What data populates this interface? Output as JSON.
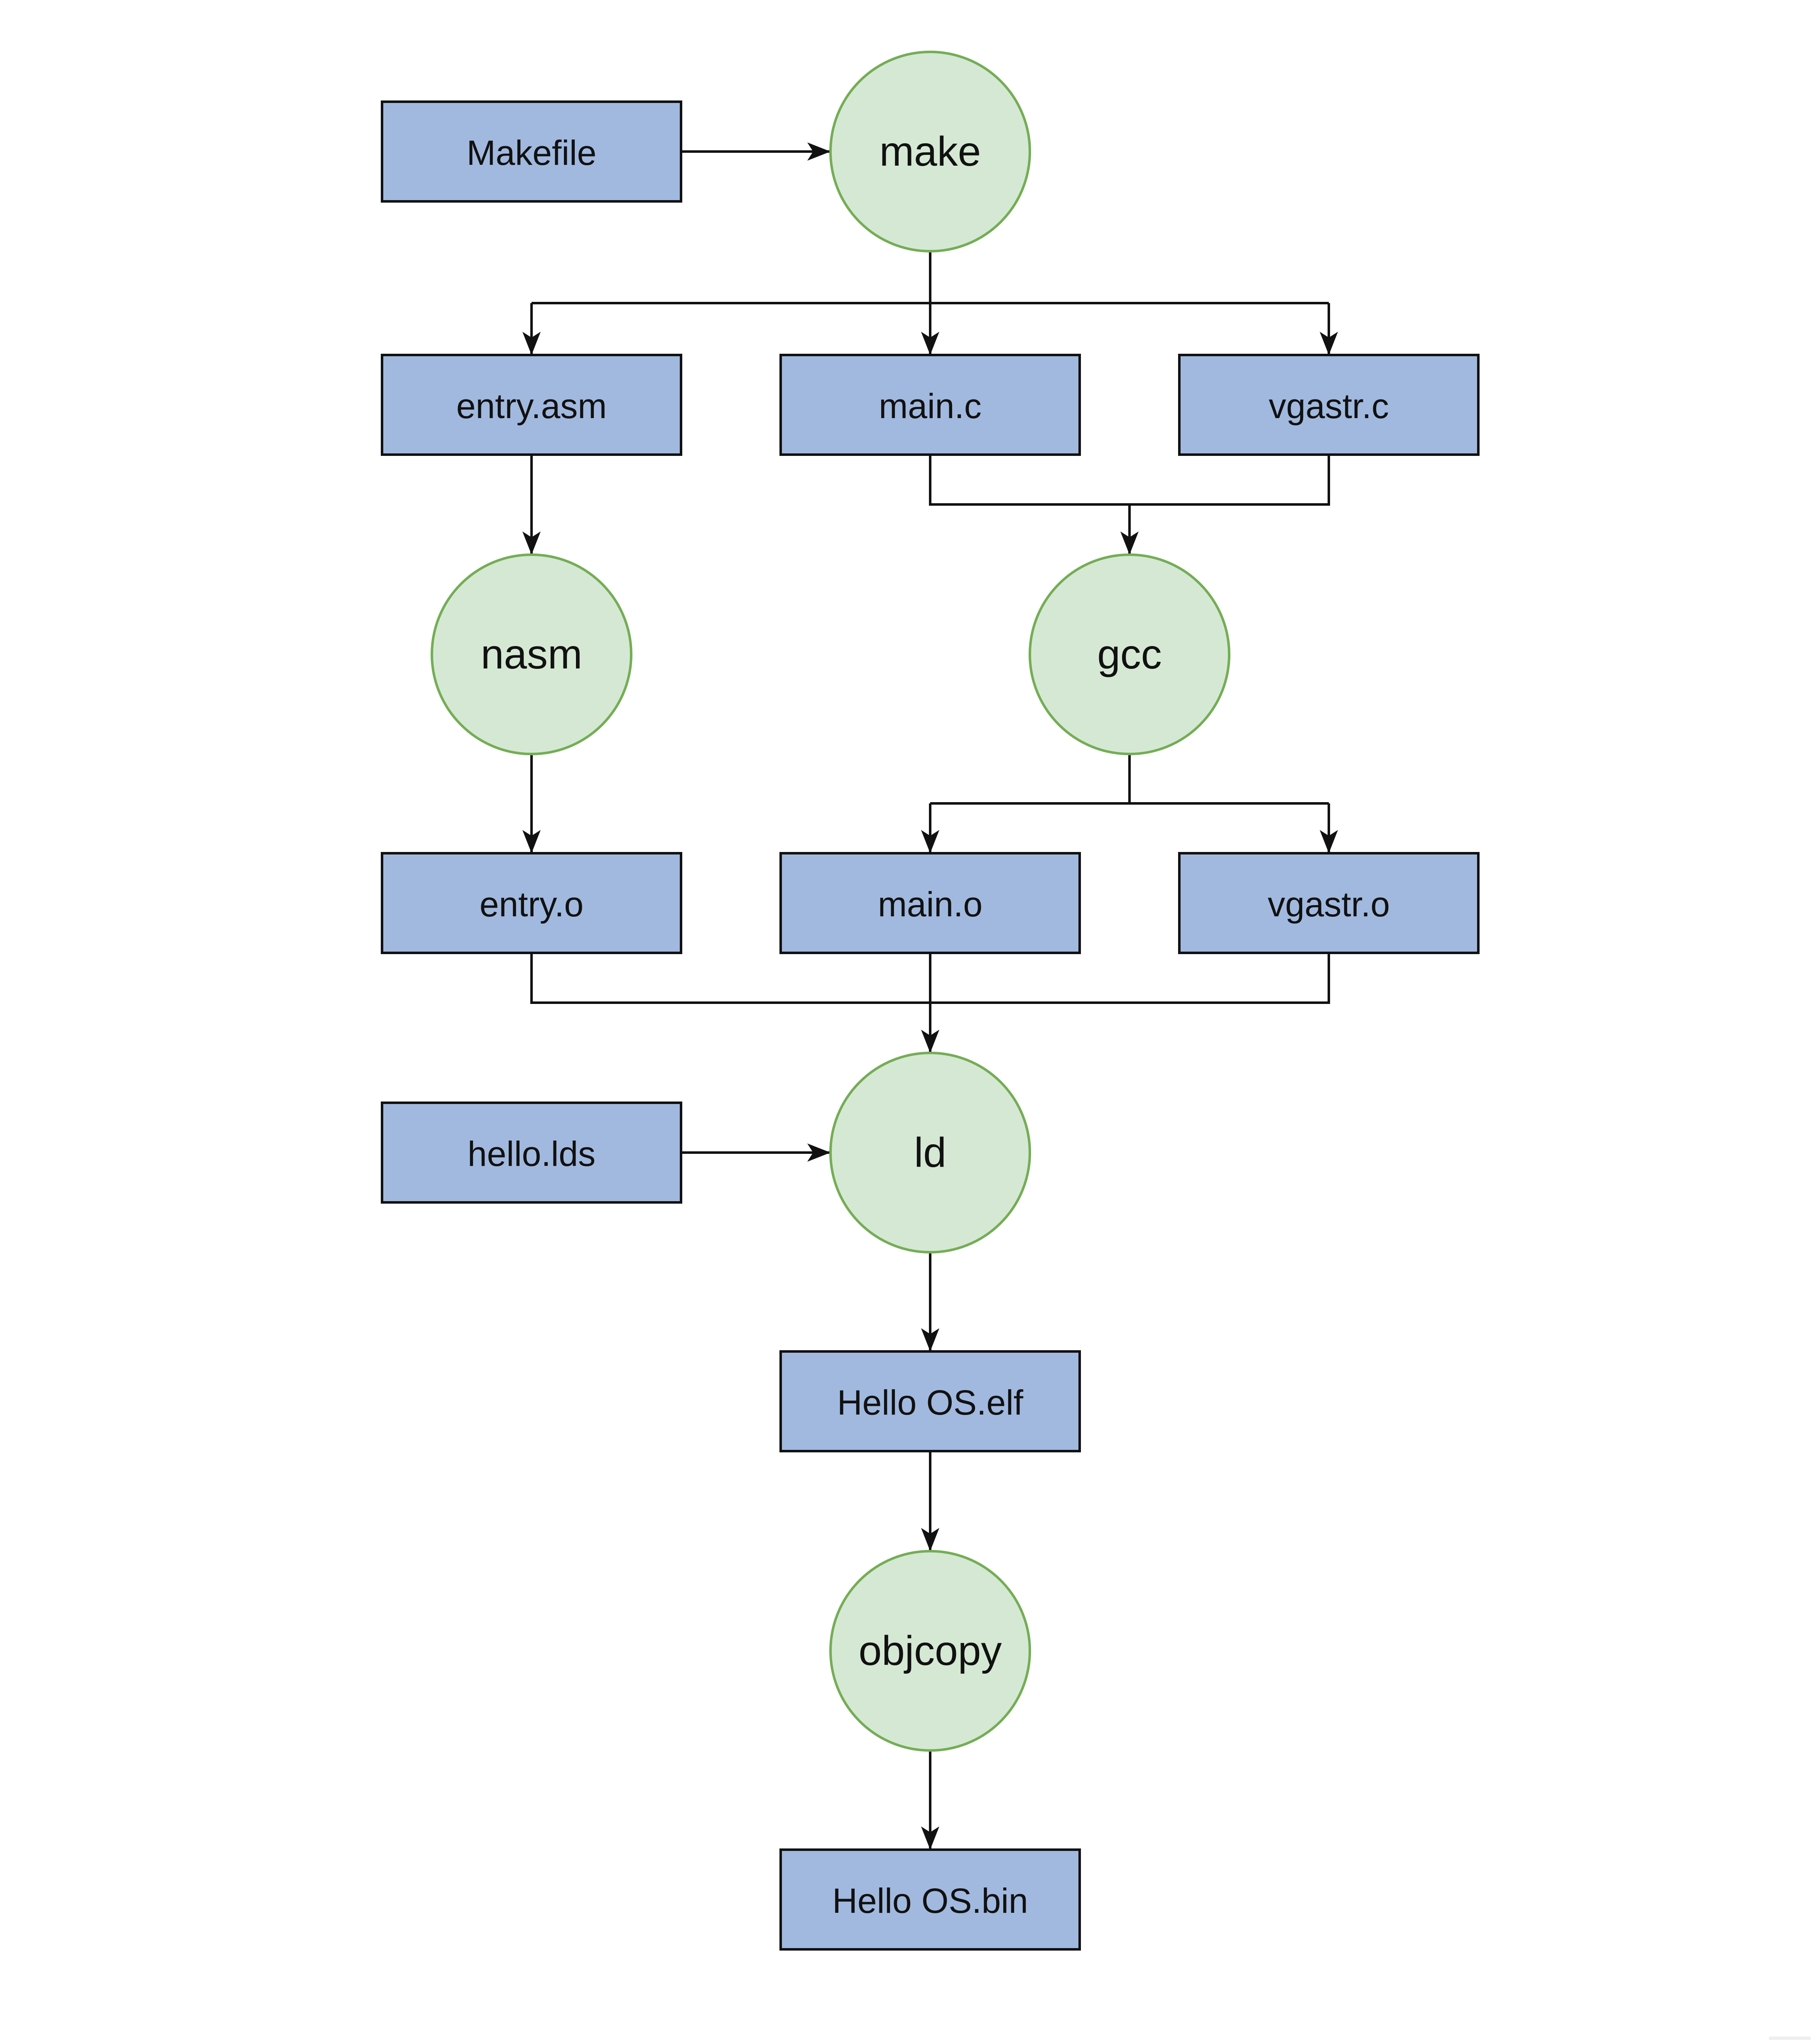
{
  "diagram": {
    "colors": {
      "file_fill": "#a1b9df",
      "file_stroke": "#111111",
      "tool_fill": "#d5e8d4",
      "tool_stroke": "#74ad55",
      "edge": "#111111"
    },
    "files": {
      "makefile": "Makefile",
      "entry_asm": "entry.asm",
      "main_c": "main.c",
      "vgastr_c": "vgastr.c",
      "entry_o": "entry.o",
      "main_o": "main.o",
      "vgastr_o": "vgastr.o",
      "hello_lds": "hello.lds",
      "hello_elf": "Hello OS.elf",
      "hello_bin": "Hello OS.bin"
    },
    "tools": {
      "make": "make",
      "nasm": "nasm",
      "gcc": "gcc",
      "ld": "ld",
      "objcopy": "objcopy"
    },
    "edges": [
      {
        "from": "Makefile",
        "to": "make"
      },
      {
        "from": "make",
        "to": "entry.asm"
      },
      {
        "from": "make",
        "to": "main.c"
      },
      {
        "from": "make",
        "to": "vgastr.c"
      },
      {
        "from": "entry.asm",
        "to": "nasm"
      },
      {
        "from": "main.c",
        "to": "gcc"
      },
      {
        "from": "vgastr.c",
        "to": "gcc"
      },
      {
        "from": "nasm",
        "to": "entry.o"
      },
      {
        "from": "gcc",
        "to": "main.o"
      },
      {
        "from": "gcc",
        "to": "vgastr.o"
      },
      {
        "from": "entry.o",
        "to": "ld"
      },
      {
        "from": "main.o",
        "to": "ld"
      },
      {
        "from": "vgastr.o",
        "to": "ld"
      },
      {
        "from": "hello.lds",
        "to": "ld"
      },
      {
        "from": "ld",
        "to": "Hello OS.elf"
      },
      {
        "from": "Hello OS.elf",
        "to": "objcopy"
      },
      {
        "from": "objcopy",
        "to": "Hello OS.bin"
      }
    ]
  }
}
